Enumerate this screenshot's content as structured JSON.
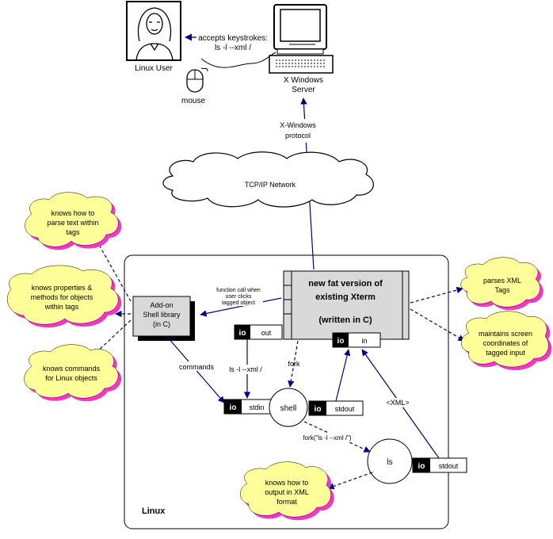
{
  "user": {
    "label": "Linux User"
  },
  "keystrokes": {
    "line1": "accepts keystrokes:",
    "line2": "ls -l --xml /"
  },
  "mouse": {
    "label": "mouse"
  },
  "xserver": {
    "line1": "X Windows",
    "line2": "Server"
  },
  "protocol": {
    "line1": "X-Windows",
    "line2": "protocol"
  },
  "network": {
    "label": "TCP/IP Network"
  },
  "linux": {
    "label": "Linux"
  },
  "xterm": {
    "line1": "new fat version of",
    "line2": "existing Xterm",
    "line3": "(written in C)"
  },
  "shell_library": {
    "line1": "Add-on",
    "line2": "Shell library",
    "line3": "(in C)"
  },
  "function_call": {
    "line1": "function call when",
    "line2": "user clicks",
    "line3": "tagged object"
  },
  "io": {
    "tag": "io",
    "out": "out",
    "in": "in",
    "stdin": "stdin",
    "shell_stdout": "stdout",
    "ls_stdout": "stdout"
  },
  "processes": {
    "shell": "shell",
    "ls": "ls"
  },
  "edges": {
    "commands": "commands",
    "ls_cmd": "ls -l --xml /",
    "fork": "fork",
    "fork_ls": "fork(\"ls -l --xml /\")",
    "xml": "<XML>"
  },
  "clouds": {
    "parse_text": [
      "knows how to",
      "parse text within",
      "tags"
    ],
    "properties": [
      "knows properties &",
      "methods for objects",
      "within tags"
    ],
    "commands": [
      "knows commands",
      "for Linux objects"
    ],
    "parses_xml": [
      "parses XML",
      "Tags"
    ],
    "coordinates": [
      "maintains screen",
      "coordinates of",
      "tagged input"
    ],
    "output_xml": [
      "knows how to",
      "output in XML",
      "format"
    ]
  },
  "colors": {
    "cloud_fill": "#ffff99",
    "cloud_shadow": "#ff33cc",
    "link": "#000080",
    "box_fill": "#d9d9d9"
  }
}
